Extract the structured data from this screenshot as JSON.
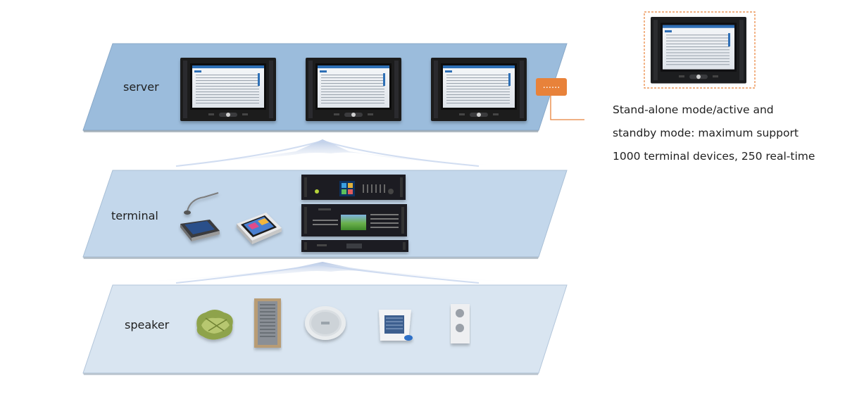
{
  "layers": {
    "server": {
      "label": "server"
    },
    "terminal": {
      "label": "terminal"
    },
    "speaker": {
      "label": "speaker"
    }
  },
  "more_button": {
    "label": "......"
  },
  "description": {
    "lines": [
      "Stand-alone mode/active and",
      "standby mode: maximum support",
      "1000 terminal devices, 250 real-time"
    ]
  },
  "colors": {
    "server_plane": "#9bbcdc",
    "terminal_plane": "#c3d7eb",
    "speaker_plane": "#d9e5f1",
    "accent_orange": "#e8823a",
    "rack_dark": "#1c1d1f"
  },
  "icons": [
    "server-rack-icon",
    "paging-console-icon",
    "touch-panel-icon",
    "amplifier-icon",
    "horn-speaker-icon",
    "column-speaker-icon",
    "ceiling-speaker-icon",
    "wall-speaker-icon",
    "sound-column-icon"
  ]
}
